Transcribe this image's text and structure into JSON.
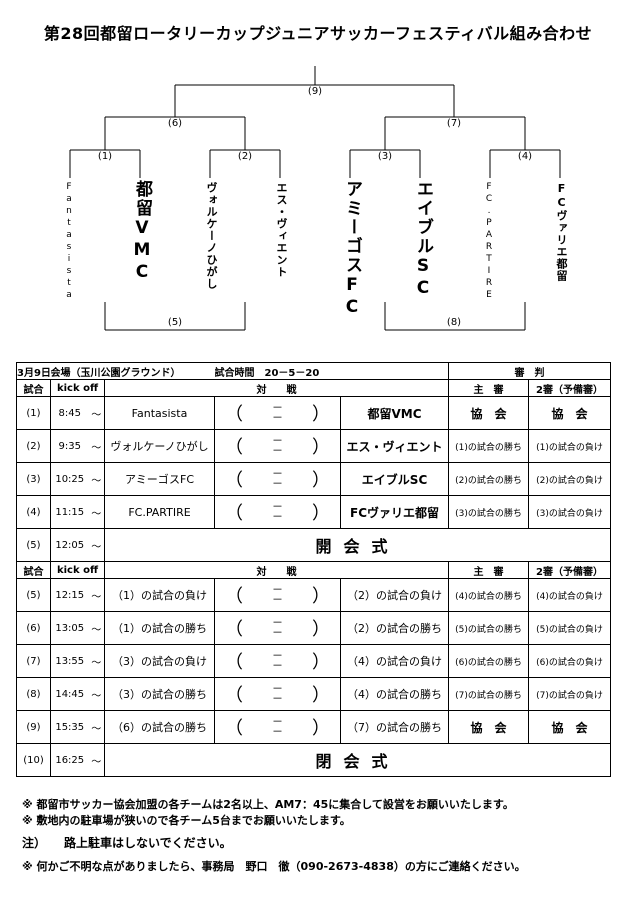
{
  "title": "第28回都留ロータリーカップジュニアサッカーフェスティバル組み合わせ",
  "bracket": {
    "labels": [
      "(9)",
      "(6)",
      "(7)",
      "(1)",
      "(2)",
      "(3)",
      "(4)",
      "(5)",
      "(8)"
    ],
    "teams": [
      "Fantasista",
      "都留VMC",
      "ヴォルケーノひがし",
      "エス・ヴィエント",
      "アミーゴスFC",
      "エイブルSC",
      "FC.PARTIRE",
      "FCヴァリエ都留"
    ]
  },
  "schedule": {
    "info": {
      "date": "3月9日",
      "venue": "会場（玉川公園グラウンド）",
      "time": "試合時間　20－5－20",
      "referee": "審　判"
    },
    "headers": {
      "match": "試合",
      "kickoff": "kick off",
      "versus": "対　　戦",
      "chief": "主　審",
      "second": "2審（予備審）"
    },
    "tilde": "～",
    "score_open": "（",
    "score_sep": "－\n－",
    "score_close": "）",
    "ceremony_open": "開会式",
    "ceremony_close": "閉会式",
    "rows1": [
      {
        "no": "(1)",
        "time": "8:45",
        "team1": "Fantasista",
        "team2": "都留VMC",
        "ref1": "協　会",
        "ref2": "協　会"
      },
      {
        "no": "(2)",
        "time": "9:35",
        "team1": "ヴォルケーノひがし",
        "team2": "エス・ヴィエント",
        "ref1": "(1)の試合の勝ち",
        "ref2": "(1)の試合の負け"
      },
      {
        "no": "(3)",
        "time": "10:25",
        "team1": "アミーゴスFC",
        "team2": "エイブルSC",
        "ref1": "(2)の試合の勝ち",
        "ref2": "(2)の試合の負け"
      },
      {
        "no": "(4)",
        "time": "11:15",
        "team1": "FC.PARTIRE",
        "team2": "FCヴァリエ都留",
        "ref1": "(3)の試合の勝ち",
        "ref2": "(3)の試合の負け"
      }
    ],
    "opening_row": {
      "no": "(5)",
      "time": "12:05"
    },
    "rows2": [
      {
        "no": "(5)",
        "time": "12:15",
        "team1": "（1）の試合の負け",
        "team2": "（2）の試合の負け",
        "ref1": "(4)の試合の勝ち",
        "ref2": "(4)の試合の負け"
      },
      {
        "no": "(6)",
        "time": "13:05",
        "team1": "（1）の試合の勝ち",
        "team2": "（2）の試合の勝ち",
        "ref1": "(5)の試合の勝ち",
        "ref2": "(5)の試合の負け"
      },
      {
        "no": "(7)",
        "time": "13:55",
        "team1": "（3）の試合の負け",
        "team2": "（4）の試合の負け",
        "ref1": "(6)の試合の勝ち",
        "ref2": "(6)の試合の負け"
      },
      {
        "no": "(8)",
        "time": "14:45",
        "team1": "（3）の試合の勝ち",
        "team2": "（4）の試合の勝ち",
        "ref1": "(7)の試合の勝ち",
        "ref2": "(7)の試合の負け"
      },
      {
        "no": "(9)",
        "time": "15:35",
        "team1": "（6）の試合の勝ち",
        "team2": "（7）の試合の勝ち",
        "ref1": "協　会",
        "ref2": "協　会"
      }
    ],
    "closing_row": {
      "no": "(10)",
      "time": "16:25"
    }
  },
  "notes": [
    "※ 都留市サッカー協会加盟の各チームは2名以上、AM7：45に集合して設営をお願いいたします。",
    "※ 敷地内の駐車場が狭いので各チーム5台までお願いいたします。",
    "注）　　路上駐車はしないでください。",
    "※ 何かご不明な点がありましたら、事務局　野口　徹（090-2673-4838）の方にご連絡ください。"
  ]
}
